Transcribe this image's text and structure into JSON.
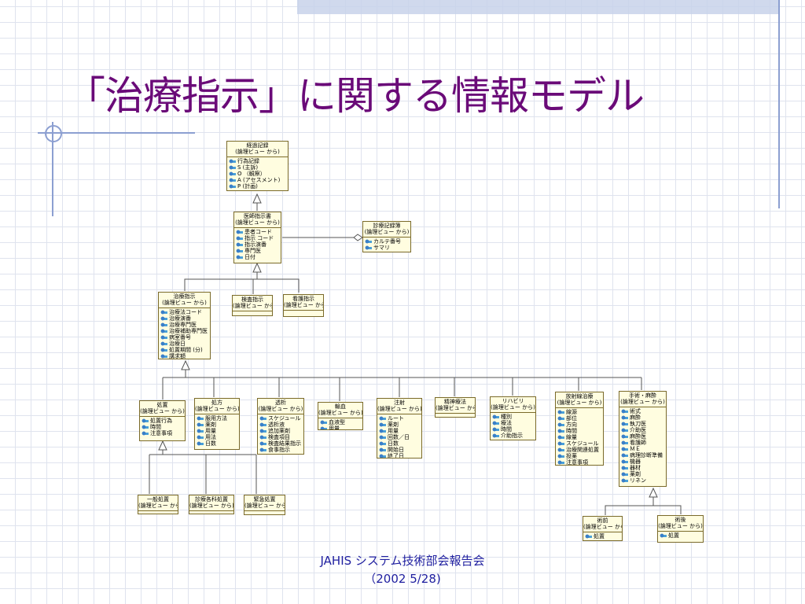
{
  "slide": {
    "title": "「治療指示」に関する情報モデル",
    "title_color": "#6a0a78",
    "footer_line1": "JAHIS システム技術部会報告会",
    "footer_line2": "（2002 5/28)"
  },
  "boxes": {
    "keika": {
      "name": "経過記録",
      "stereotype": "(論理ビュー から)",
      "attrs": [
        "行為記録",
        "S (主訴)",
        "O （観察）",
        "A (アセスメント)",
        "P (計画)"
      ]
    },
    "ishi": {
      "name": "医師指示書",
      "stereotype": "(論理ビュー から)",
      "attrs": [
        "患者コード",
        "指示 コード",
        "指示演番",
        "専門医",
        "日付"
      ]
    },
    "shinryo": {
      "name": "診療記録簿",
      "stereotype": "(論理ビュー から)",
      "attrs": [
        "カルテ番号",
        "サマリ"
      ]
    },
    "chiryo": {
      "name": "治療指示",
      "stereotype": "(論理ビュー から)",
      "attrs": [
        "治療法コード",
        "治療演番",
        "治療専門医",
        "治療補助専門医",
        "病室番号",
        "治療日",
        "処置期間 (分)",
        "講求額"
      ]
    },
    "kensa": {
      "name": "検査指示",
      "stereotype": "(論理ビュー から)",
      "attrs": []
    },
    "kango": {
      "name": "看護指示",
      "stereotype": "(論理ビュー から)",
      "attrs": []
    },
    "shochi": {
      "name": "処置",
      "stereotype": "(論理ビュー から)",
      "attrs": [
        "処置行為",
        "時間",
        "注意事項"
      ]
    },
    "shoho": {
      "name": "処方",
      "stereotype": "(論理ビュー から)",
      "attrs": [
        "服用方法",
        "薬剤",
        "用量",
        "用法",
        "日数"
      ]
    },
    "toseki": {
      "name": "透析",
      "stereotype": "(論理ビュー から)",
      "attrs": [
        "スケジュール",
        "透析液",
        "追加薬剤",
        "検査項目",
        "検査結果指示",
        "食事指示"
      ]
    },
    "yuketsu": {
      "name": "輸血",
      "stereotype": "(論理ビュー から)",
      "attrs": [
        "血液型",
        "用量"
      ]
    },
    "chusha": {
      "name": "注射",
      "stereotype": "(論理ビュー から)",
      "attrs": [
        "ルート",
        "薬剤",
        "用量",
        "回数／日",
        "日数",
        "開始日",
        "終了日"
      ]
    },
    "seishin": {
      "name": "精神療法",
      "stereotype": "(論理ビュー から)",
      "attrs": []
    },
    "riha": {
      "name": "リハビリ",
      "stereotype": "(論理ビュー から)",
      "attrs": [
        "種別",
        "療法",
        "時間",
        "介助指示"
      ]
    },
    "hoshasen": {
      "name": "放射線治療",
      "stereotype": "(論理ビュー から)",
      "attrs": [
        "線源",
        "部位",
        "方向",
        "時間",
        "線量",
        "スケジュール",
        "治療関連処置",
        "投薬",
        "注意事項"
      ]
    },
    "shujutsu": {
      "name": "手術・麻酔",
      "stereotype": "(論理ビュー から)",
      "attrs": [
        "術式",
        "麻酔",
        "執刀医",
        "介助医",
        "麻酔医",
        "看護師",
        "ＭＥ",
        "病理診断準備",
        "機器",
        "器材",
        "薬剤",
        "リネン"
      ]
    },
    "ippan": {
      "name": "一般処置",
      "stereotype": "(論理ビュー から)",
      "attrs": []
    },
    "shinryoka": {
      "name": "診療各科処置",
      "stereotype": "(論理ビュー から)",
      "attrs": []
    },
    "kinkyu": {
      "name": "緊急処置",
      "stereotype": "(論理ビュー から)",
      "attrs": []
    },
    "jutsuzen": {
      "name": "術前",
      "stereotype": "(論理ビュー から)",
      "attrs": [
        "処置"
      ]
    },
    "jutsugo": {
      "name": "術後",
      "stereotype": "(論理ビュー から)",
      "attrs": [
        "処置"
      ]
    }
  }
}
